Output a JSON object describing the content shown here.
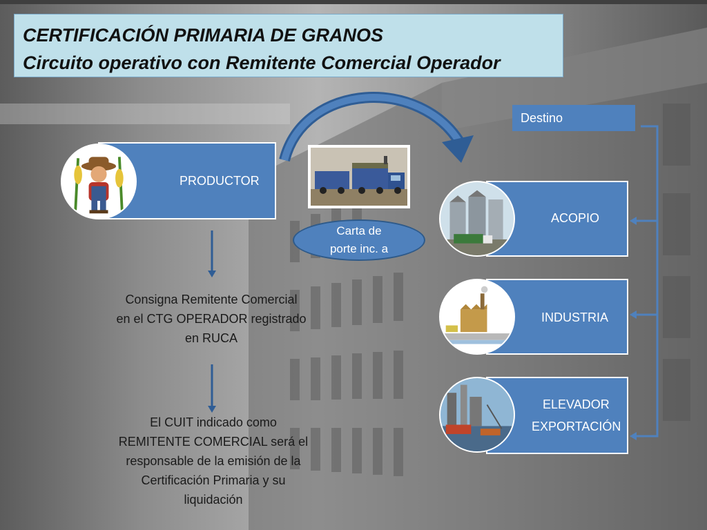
{
  "title": {
    "line1": "CERTIFICACIÓN PRIMARIA DE GRANOS",
    "line2": "Circuito operativo con Remitente Comercial Operador"
  },
  "productor": {
    "label": "PRODUCTOR"
  },
  "carta_porte": {
    "line1": "Carta de",
    "line2": "porte inc. a"
  },
  "destino": {
    "label": "Destino"
  },
  "destinations": [
    {
      "label": "ACOPIO"
    },
    {
      "label": "INDUSTRIA"
    },
    {
      "label_line1": "ELEVADOR",
      "label_line2": "EXPORTACIÓN"
    }
  ],
  "steps": [
    {
      "line1": "Consigna  Remitente Comercial",
      "line2": "en el CTG OPERADOR  registrado",
      "line3": "en RUCA"
    },
    {
      "line1": "El CUIT indicado como",
      "line2": "REMITENTE COMERCIAL será el",
      "line3": "responsable de la emisión de la",
      "line4": "Certificación Primaria y su",
      "line5": "liquidación"
    }
  ],
  "colors": {
    "box_blue": "#4f81bd",
    "title_bg": "#bfe0ea",
    "arrow_blue": "#2f5d95"
  }
}
